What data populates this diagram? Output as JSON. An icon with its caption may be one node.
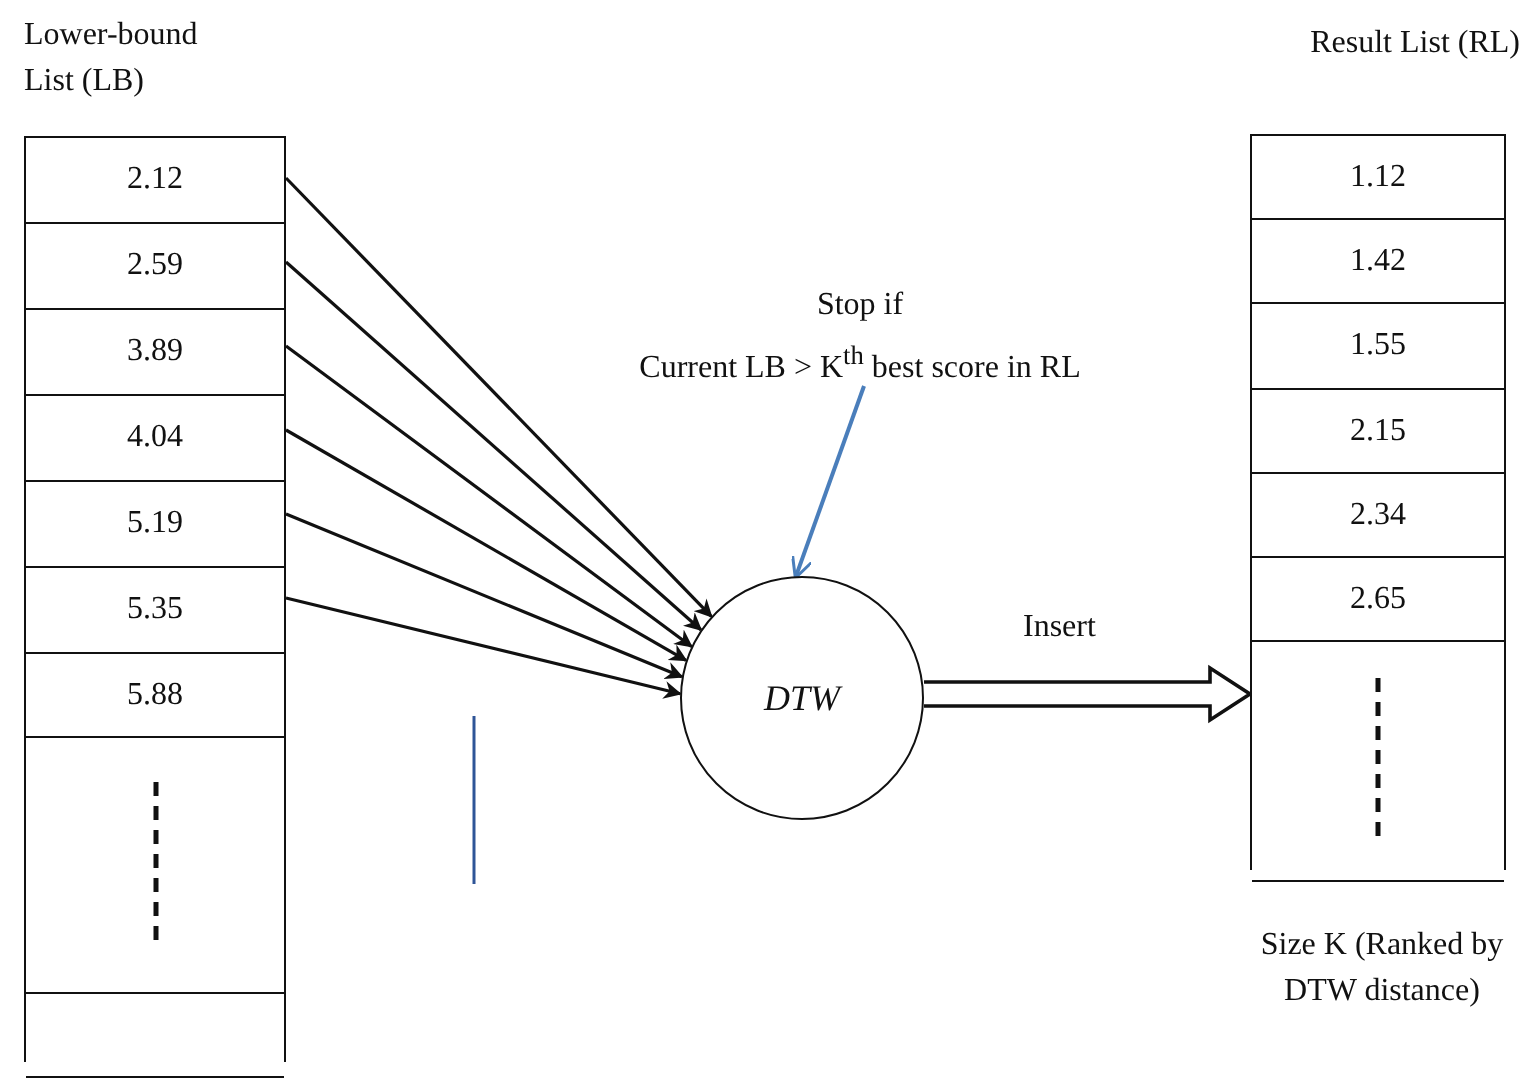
{
  "diagram": {
    "nodes": [
      {
        "text": [
          "Lower-bound List (LB)"
        ]
      },
      {
        "text": [
          "2.12"
        ],
        "in": 0
      },
      {
        "text": [
          "2.59"
        ],
        "in": 0
      },
      {
        "text": [
          "3.89"
        ],
        "in": 0
      },
      {
        "text": [
          "4.04"
        ],
        "in": 0
      },
      {
        "text": [
          "5.19"
        ],
        "in": 0
      },
      {
        "text": [
          "5.35"
        ],
        "in": 0
      },
      {
        "text": [
          "5.88"
        ],
        "in": 0
      },
      {
        "text": [],
        "shape": "box",
        "in": 0
      },
      {
        "text": [],
        "shape": "box",
        "in": 0
      },
      {
        "text": [
          "Result List (RL)"
        ],
        "beside": [
          "Size K (Ranked by DTW distance)"
        ]
      },
      {
        "text": [
          "1.12"
        ],
        "in": 10
      },
      {
        "text": [
          "1.42"
        ],
        "in": 10
      },
      {
        "text": [
          "1.55"
        ],
        "in": 10
      },
      {
        "text": [
          "2.15"
        ],
        "in": 10
      },
      {
        "text": [
          "2.34"
        ],
        "in": 10
      },
      {
        "text": [
          "2.65"
        ],
        "in": 10
      },
      {
        "text": [],
        "shape": "box",
        "in": 10
      },
      {
        "text": [
          "DTW"
        ]
      },
      {
        "text": [
          "Stop if",
          "Current  LB > K$^{th}$  best score in RL"
        ]
      }
    ],
    "edges": [
      {
        "from": 1,
        "to": 18,
        "arrow": "to"
      },
      {
        "from": 2,
        "to": 18,
        "arrow": "to"
      },
      {
        "from": 3,
        "to": 18,
        "arrow": "to"
      },
      {
        "from": 4,
        "to": 18,
        "arrow": "to"
      },
      {
        "from": 5,
        "to": 18,
        "arrow": "to"
      },
      {
        "from": 6,
        "to": 18,
        "arrow": "to"
      },
      {
        "from": 18,
        "to": 17,
        "arrow": "to",
        "label": "Insert",
        "style": "thick"
      },
      {
        "from": 19,
        "to": 18,
        "arrow": "to",
        "color": "#4a7ebb"
      }
    ]
  }
}
